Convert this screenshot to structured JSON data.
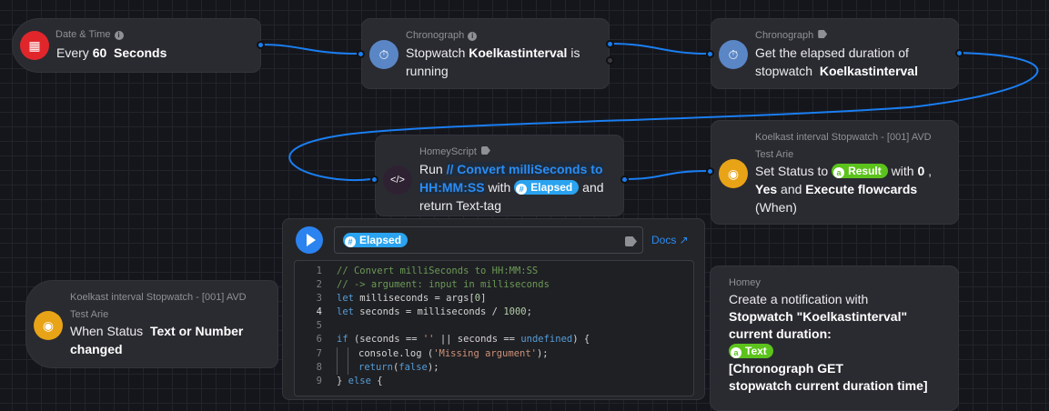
{
  "cards": [
    {
      "category": "Date & Time",
      "text_prefix": "Every",
      "value": "60",
      "unit": "Seconds",
      "icon": "calendar-clock-icon",
      "color": "#e0262b"
    },
    {
      "category": "Chronograph",
      "text_prefix": "Stopwatch",
      "name": "Koelkastinterval",
      "text_suffix": "is running",
      "icon": "stopwatch-icon",
      "color": "#5a86c6"
    },
    {
      "category": "Chronograph",
      "text_prefix": "Get the elapsed duration of stopwatch",
      "name": "Koelkastinterval",
      "icon": "stopwatch-icon",
      "color": "#5a86c6"
    },
    {
      "category": "HomeyScript",
      "run": "Run",
      "script": "// Convert milliSeconds to HH:MM:SS",
      "with": "with",
      "tag": "Elapsed",
      "suffix": "and return Text-tag",
      "icon": "code-icon",
      "color": "#2e2232"
    },
    {
      "category": "Koelkast interval Stopwatch - [001] AVD",
      "device": "Test Arie",
      "prefix": "Set Status to",
      "tag": "Result",
      "with": "with",
      "value": "0",
      "sep": ",",
      "yes": "Yes",
      "and": "and",
      "action": "Execute flowcards",
      "suffix": "(When)",
      "icon": "device-icon",
      "color": "#e8a317"
    },
    {
      "category": "Koelkast interval Stopwatch - [001] AVD",
      "device": "Test Arie",
      "prefix": "When Status",
      "field": "Text or Number",
      "suffix": "changed",
      "icon": "device-icon",
      "color": "#e8a317"
    },
    {
      "category": "Homey",
      "line1": "Create a notification with",
      "line2": "Stopwatch \"Koelkastinterval\"",
      "line3": "current duration:",
      "tag": "Text",
      "line5": "[Chronograph GET",
      "line6": "stopwatch current duration time]"
    }
  ],
  "popup": {
    "argument_tag": "Elapsed",
    "docs_label": "Docs ↗",
    "code": [
      {
        "n": "1",
        "t": "// Convert milliSeconds to HH:MM:SS"
      },
      {
        "n": "2",
        "t": "// -> argument: input in milliseconds"
      },
      {
        "n": "3",
        "t": "let milliseconds = args[0]"
      },
      {
        "n": "4",
        "t": "let seconds = milliseconds / 1000;"
      },
      {
        "n": "5",
        "t": ""
      },
      {
        "n": "6",
        "t": "if (seconds == '' || seconds == undefined) {"
      },
      {
        "n": "7",
        "t": "console.log ('Missing argument');"
      },
      {
        "n": "8",
        "t": "return(false);"
      },
      {
        "n": "9",
        "t": "} else {"
      }
    ]
  },
  "colors": {
    "accent": "#2b83f0",
    "wire": "#1a7ef2"
  }
}
